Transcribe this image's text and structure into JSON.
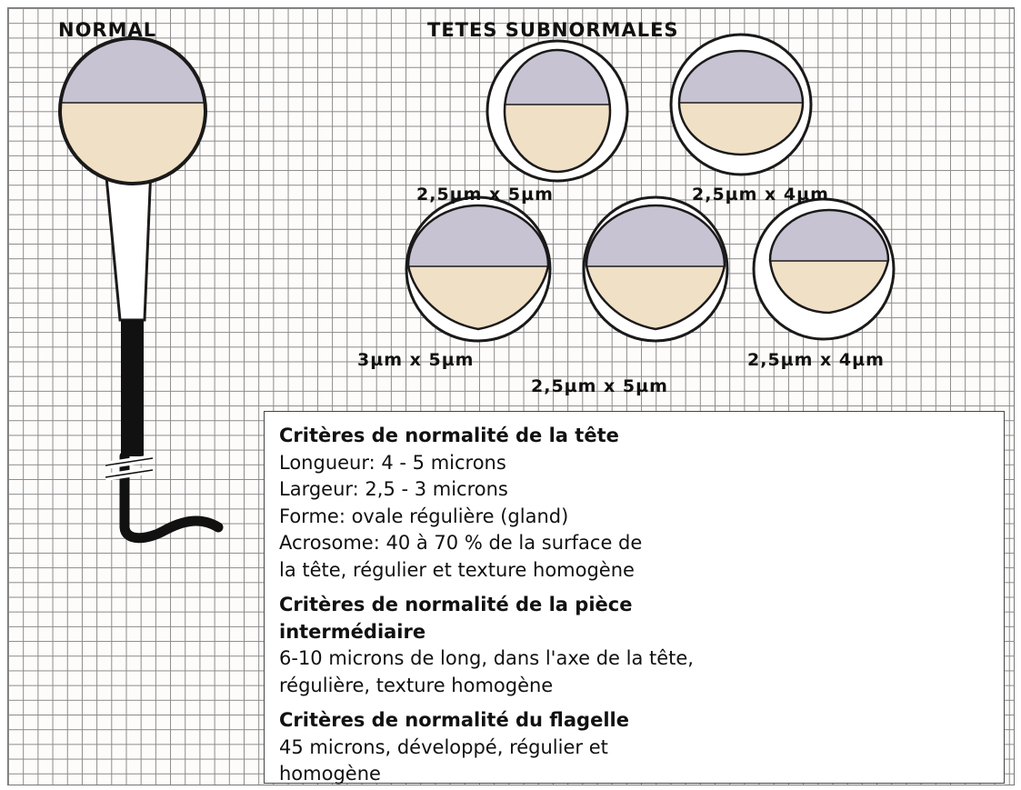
{
  "labels": {
    "normal": "NORMAL",
    "subnormal": "TETES SUBNORMALES"
  },
  "heads": [
    {
      "dims": "2,5µm x 5µm"
    },
    {
      "dims": "2,5µm x 4µm"
    },
    {
      "dims": "3µm x 5µm"
    },
    {
      "dims": "2,5µm x 5µm"
    },
    {
      "dims": "2,5µm x 4µm"
    }
  ],
  "criteria": {
    "head": {
      "title": "Critères de normalité de la tête",
      "lines": [
        "Longueur: 4 - 5 microns",
        "Largeur: 2,5 - 3 microns",
        "Forme: ovale régulière (gland)",
        "Acrosome: 40 à 70 % de la surface de",
        "la tête, régulier et texture homogène"
      ]
    },
    "midpiece": {
      "title": "Critères de normalité de la pièce",
      "title2": "intermédiaire",
      "lines": [
        "6-10 microns de long, dans l'axe de la tête,",
        "régulière, texture homogène"
      ]
    },
    "flagellum": {
      "title": "Critères de normalité du flagelle",
      "lines": [
        "45 microns, développé, régulier et",
        "homogène"
      ]
    }
  },
  "colors": {
    "acrosome": "#c7c3d2",
    "nucleus": "#f0e0c6",
    "outline": "#1a1a1a",
    "grid": "#8a8a8a"
  }
}
